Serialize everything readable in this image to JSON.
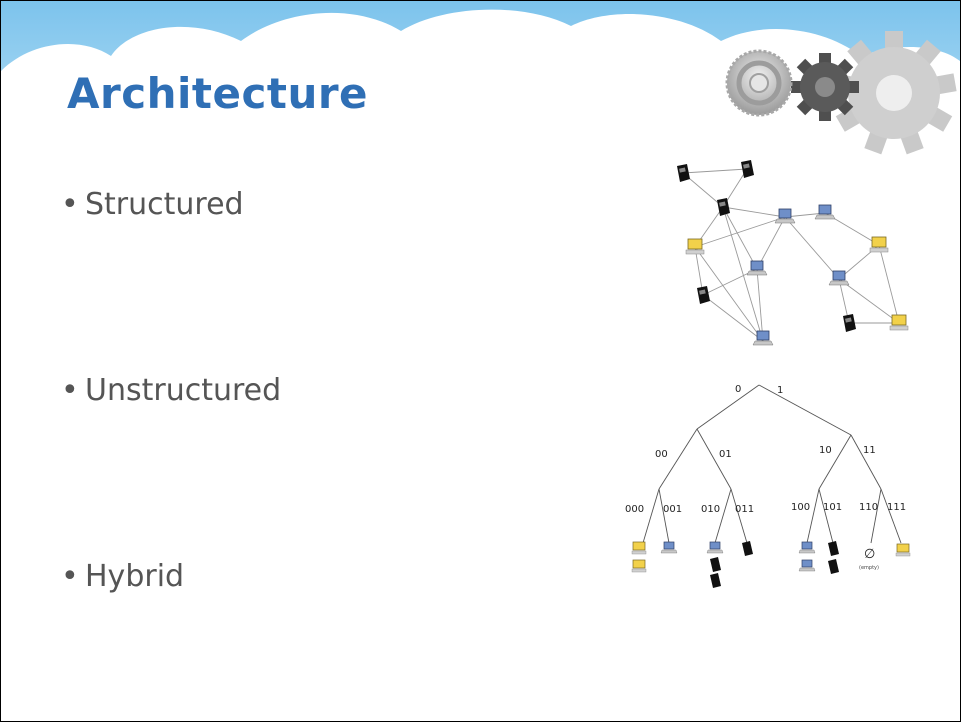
{
  "slide": {
    "title": "Architecture",
    "bullet_marker": "•",
    "bullets": [
      "Structured",
      "Unstructured",
      "Hybrid"
    ]
  },
  "colors": {
    "title": "#2f6fb5",
    "sky_top": "#8ac9ee",
    "text": "#555555"
  },
  "icons": [
    "gear-icon",
    "phone-icon",
    "laptop-icon",
    "desktop-icon",
    "empty-set-icon"
  ],
  "tree": {
    "root": [
      "0",
      "1"
    ],
    "level2": [
      "00",
      "01",
      "10",
      "11"
    ],
    "level3": [
      "000",
      "001",
      "010",
      "011",
      "100",
      "101",
      "110",
      "111"
    ],
    "empty_symbol": "∅",
    "empty_label": "(empty)"
  }
}
